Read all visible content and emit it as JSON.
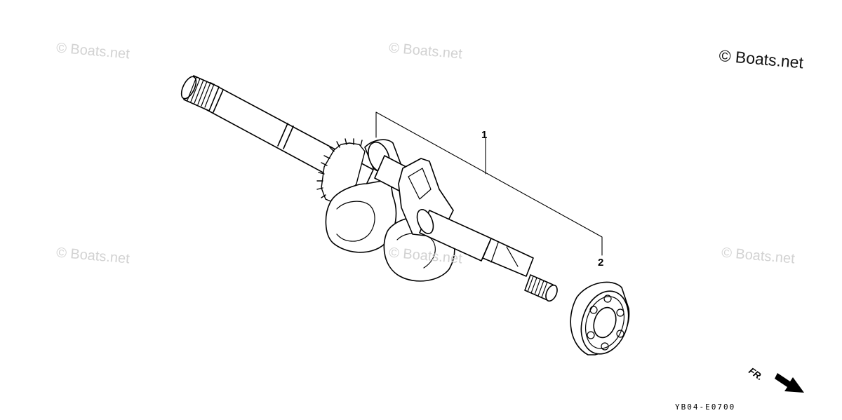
{
  "watermark": {
    "text": "© Boats.net",
    "color": "#d2d2d2"
  },
  "copyright": "© Boats.net",
  "callouts": {
    "part1": "1",
    "part2": "2"
  },
  "direction_label": "FR.",
  "diagram_code": "YB04-E0700",
  "parts": [
    {
      "number": "1",
      "icon": "crankshaft-icon"
    },
    {
      "number": "2",
      "icon": "ball-bearing-icon"
    }
  ]
}
